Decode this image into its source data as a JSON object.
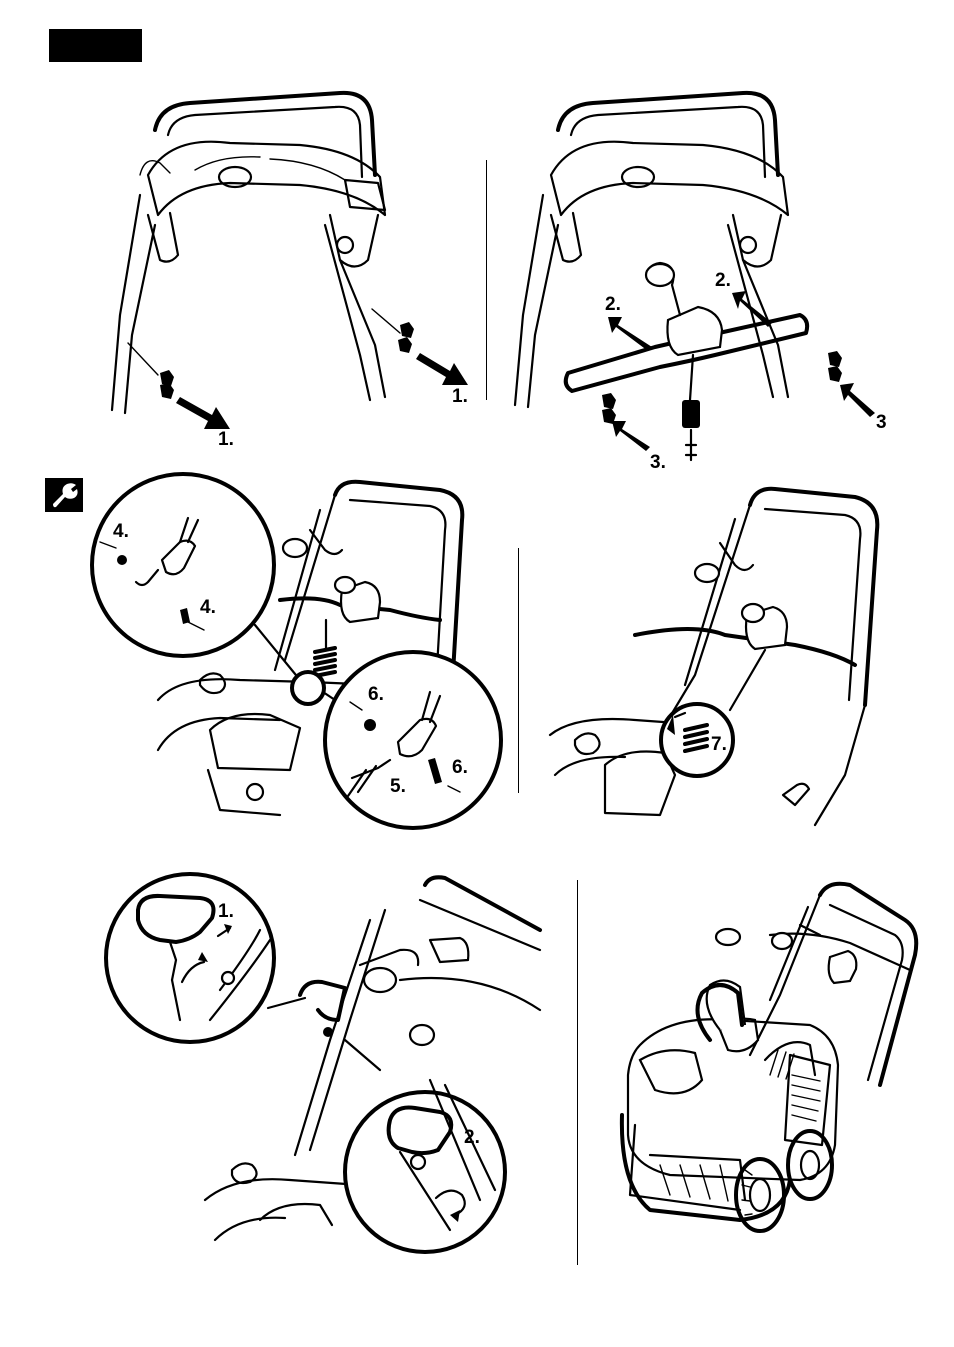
{
  "page": {
    "background": "#ffffff",
    "ink": "#000000"
  },
  "header": {
    "block_color": "#000000"
  },
  "icons": {
    "tool": "wrench-icon"
  },
  "panels": {
    "p1": {
      "labels": [
        "1.",
        "1."
      ]
    },
    "p2": {
      "labels": [
        "2.",
        "2.",
        "3",
        "3."
      ]
    },
    "p3": {
      "labels": [
        "4.",
        "4.",
        "6.",
        "6.",
        "5."
      ]
    },
    "p4": {
      "labels": [
        "7."
      ]
    },
    "p5": {
      "labels": [
        "1.",
        "2."
      ]
    }
  }
}
